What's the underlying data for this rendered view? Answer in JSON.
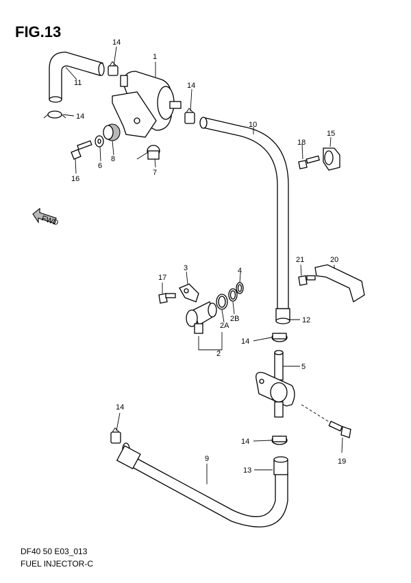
{
  "figure": {
    "title": "FIG.13"
  },
  "footer": {
    "code": "DF40 50 E03_013",
    "name": "FUEL INJECTOR-C"
  },
  "fwd_arrow": {
    "label": "FWD"
  },
  "callouts": {
    "p1": "1",
    "p2": "2",
    "p2a": "2A",
    "p2b": "2B",
    "p3": "3",
    "p4": "4",
    "p5": "5",
    "p6": "6",
    "p7": "7",
    "p8": "8",
    "p9": "9",
    "p10": "10",
    "p11": "11",
    "p12": "12",
    "p13": "13",
    "p14a": "14",
    "p14b": "14",
    "p14c": "14",
    "p14d": "14",
    "p14e": "14",
    "p14f": "14",
    "p15": "15",
    "p16": "16",
    "p17": "17",
    "p18": "18",
    "p19": "19",
    "p20": "20",
    "p21": "21"
  }
}
